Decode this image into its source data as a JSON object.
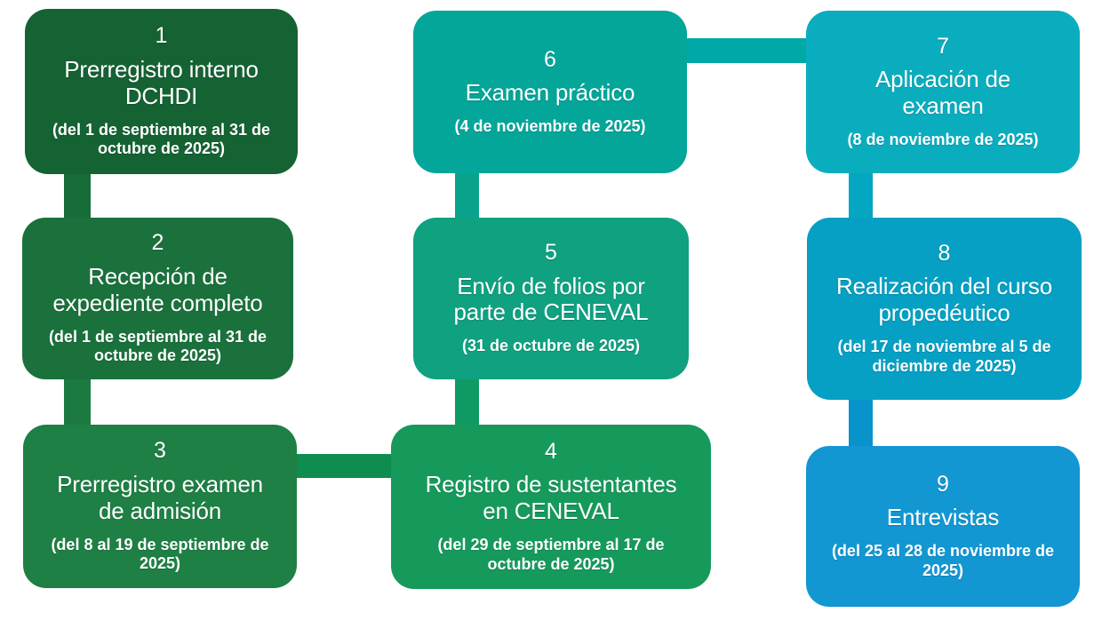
{
  "canvas": {
    "background": "#ffffff"
  },
  "steps": [
    {
      "number": "1",
      "title_lines": [
        "Prerregistro interno",
        "DCHDI"
      ],
      "date_lines": [
        "(del 1 de septiembre al 31 de",
        "octubre de 2025)"
      ],
      "color": "#156233"
    },
    {
      "number": "2",
      "title_lines": [
        "Recepción de",
        "expediente completo"
      ],
      "date_lines": [
        "(del 1 de septiembre al 31 de",
        "octubre de 2025)"
      ],
      "color": "#1a713c"
    },
    {
      "number": "3",
      "title_lines": [
        "Prerregistro examen",
        "de admisión"
      ],
      "date_lines": [
        "(del 8 al 19 de septiembre de",
        "2025)"
      ],
      "color": "#1e8044"
    },
    {
      "number": "4",
      "title_lines": [
        "Registro de sustentantes",
        "en CENEVAL"
      ],
      "date_lines": [
        "(del 29 de septiembre al 17 de",
        "octubre de 2025)"
      ],
      "color": "#169a5c"
    },
    {
      "number": "5",
      "title_lines": [
        "Envío de folios por",
        "parte de CENEVAL"
      ],
      "date_lines": [
        "(31 de octubre de 2025)"
      ],
      "color": "#0fa180"
    },
    {
      "number": "6",
      "title_lines": [
        "Examen práctico"
      ],
      "date_lines": [
        "(4 de noviembre de 2025)"
      ],
      "color": "#03a699"
    },
    {
      "number": "7",
      "title_lines": [
        "Aplicación de",
        "examen"
      ],
      "date_lines": [
        "(8 de noviembre de 2025)"
      ],
      "color": "#0aadbe"
    },
    {
      "number": "8",
      "title_lines": [
        "Realización del curso",
        "propedéutico"
      ],
      "date_lines": [
        "(del 17 de noviembre al 5 de",
        "diciembre de 2025)"
      ],
      "color": "#05a0c4"
    },
    {
      "number": "9",
      "title_lines": [
        "Entrevistas"
      ],
      "date_lines": [
        "(del 25 al 28 de noviembre de",
        "2025)"
      ],
      "color": "#1297d3"
    }
  ],
  "connectors": [
    {
      "from": "1",
      "to": "2",
      "orientation": "vertical",
      "color": "#186c39"
    },
    {
      "from": "2",
      "to": "3",
      "orientation": "vertical",
      "color": "#1c7a41"
    },
    {
      "from": "3",
      "to": "4",
      "orientation": "horizontal",
      "color": "#0e8d4f"
    },
    {
      "from": "4",
      "to": "5",
      "orientation": "vertical",
      "color": "#109a63"
    },
    {
      "from": "5",
      "to": "6",
      "orientation": "vertical",
      "color": "#09a38c"
    },
    {
      "from": "6",
      "to": "7",
      "orientation": "horizontal",
      "color": "#00a9a6"
    },
    {
      "from": "7",
      "to": "8",
      "orientation": "vertical",
      "color": "#04a6c2"
    },
    {
      "from": "8",
      "to": "9",
      "orientation": "vertical",
      "color": "#0894cb"
    }
  ]
}
